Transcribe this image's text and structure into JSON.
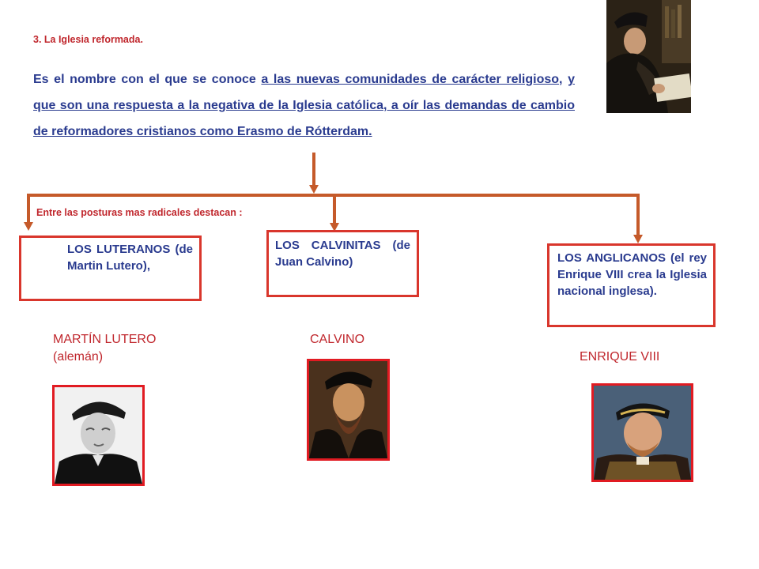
{
  "heading": "3. La Iglesia reformada.",
  "intro": {
    "part1": "Es el nombre con el que se conoce ",
    "part2": "a las nuevas comunidades de carácter religioso",
    "part3": ", ",
    "part4": "y que son una respuesta a la negativa de la Iglesia católica, a oír las demandas de cambio de reformadores cristianos como Erasmo de Rótterdam."
  },
  "subheading": "Entre las posturas mas radicales destacan :",
  "groups": [
    {
      "label": "LOS LUTERANOS (de Martin Lutero),"
    },
    {
      "label": "LOS CALVINITAS (de Juan Calvino)"
    },
    {
      "label": "LOS ANGLICANOS (el rey Enrique VIII crea la Iglesia nacional inglesa)."
    }
  ],
  "captions": [
    {
      "line1": "MARTÍN LUTERO",
      "line2": "(alemán)"
    },
    {
      "line1": "CALVINO"
    },
    {
      "line1": "ENRIQUE VIII"
    }
  ],
  "colors": {
    "heading": "#c0272d",
    "body_text": "#2a3b8f",
    "connector": "#c55a2a",
    "box_border": "#d9362c",
    "picture_border": "#e11b22"
  }
}
